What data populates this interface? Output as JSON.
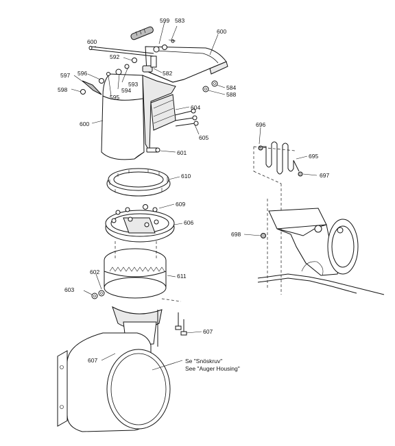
{
  "callouts": [
    {
      "id": "c599",
      "label": "599"
    },
    {
      "id": "c583",
      "label": "583"
    },
    {
      "id": "c600a",
      "label": "600"
    },
    {
      "id": "c600b",
      "label": "600"
    },
    {
      "id": "c592",
      "label": "592"
    },
    {
      "id": "c582",
      "label": "582"
    },
    {
      "id": "c597",
      "label": "597"
    },
    {
      "id": "c596",
      "label": "596"
    },
    {
      "id": "c593",
      "label": "593"
    },
    {
      "id": "c594",
      "label": "594"
    },
    {
      "id": "c598",
      "label": "598"
    },
    {
      "id": "c595",
      "label": "595"
    },
    {
      "id": "c584",
      "label": "584"
    },
    {
      "id": "c588",
      "label": "588"
    },
    {
      "id": "c604",
      "label": "604"
    },
    {
      "id": "c600c",
      "label": "600"
    },
    {
      "id": "c605",
      "label": "605"
    },
    {
      "id": "c601",
      "label": "601"
    },
    {
      "id": "c610",
      "label": "610"
    },
    {
      "id": "c609",
      "label": "609"
    },
    {
      "id": "c606",
      "label": "606"
    },
    {
      "id": "c602",
      "label": "602"
    },
    {
      "id": "c603",
      "label": "603"
    },
    {
      "id": "c611",
      "label": "611"
    },
    {
      "id": "c607a",
      "label": "607"
    },
    {
      "id": "c607b",
      "label": "607"
    },
    {
      "id": "c696",
      "label": "696"
    },
    {
      "id": "c695",
      "label": "695"
    },
    {
      "id": "c697",
      "label": "697"
    },
    {
      "id": "c698",
      "label": "698"
    }
  ],
  "notes": {
    "swedish": "Se \"Snöskruv\"",
    "english": "See \"Auger Housing\""
  }
}
